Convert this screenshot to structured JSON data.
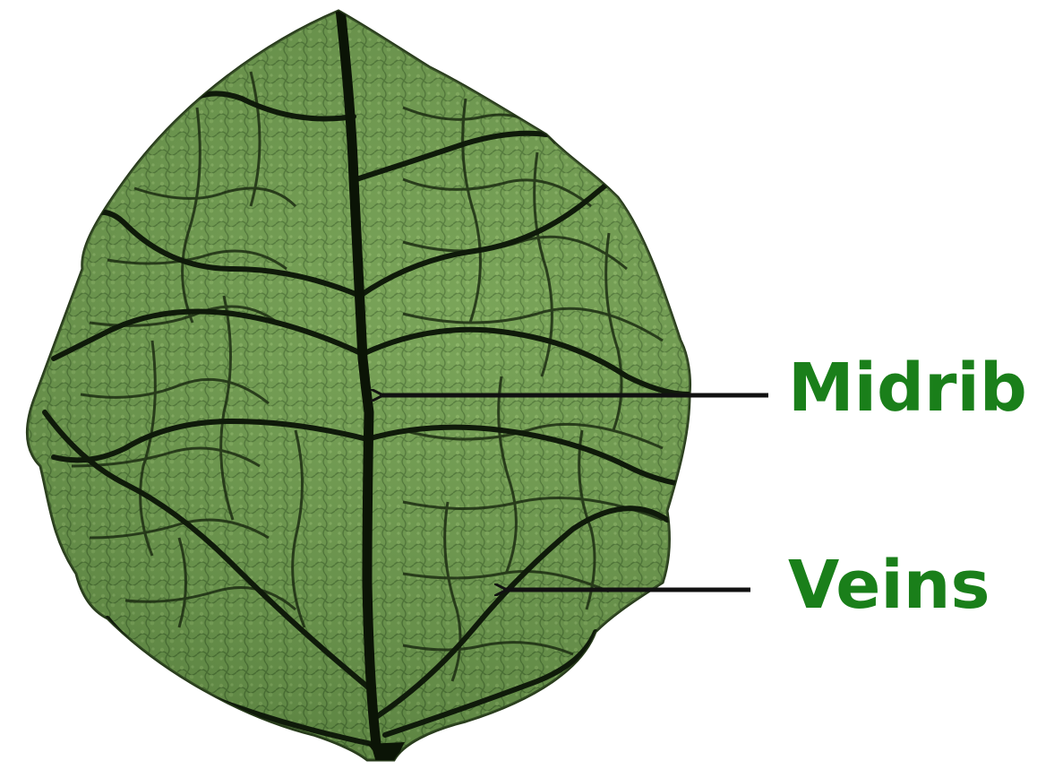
{
  "labels": {
    "midrib": "Midrib",
    "veins": "Veins"
  },
  "colors": {
    "label": "#1a7f1a",
    "leaf_fill_light": "#86ad61",
    "leaf_fill_mid": "#6e9a4e",
    "leaf_fill_dark": "#4d7a36",
    "vein": "#0f1a0a",
    "leader_line": "#111111"
  },
  "icons": {
    "leaf": "leaf-illustration",
    "arrow": "arrow-head"
  }
}
